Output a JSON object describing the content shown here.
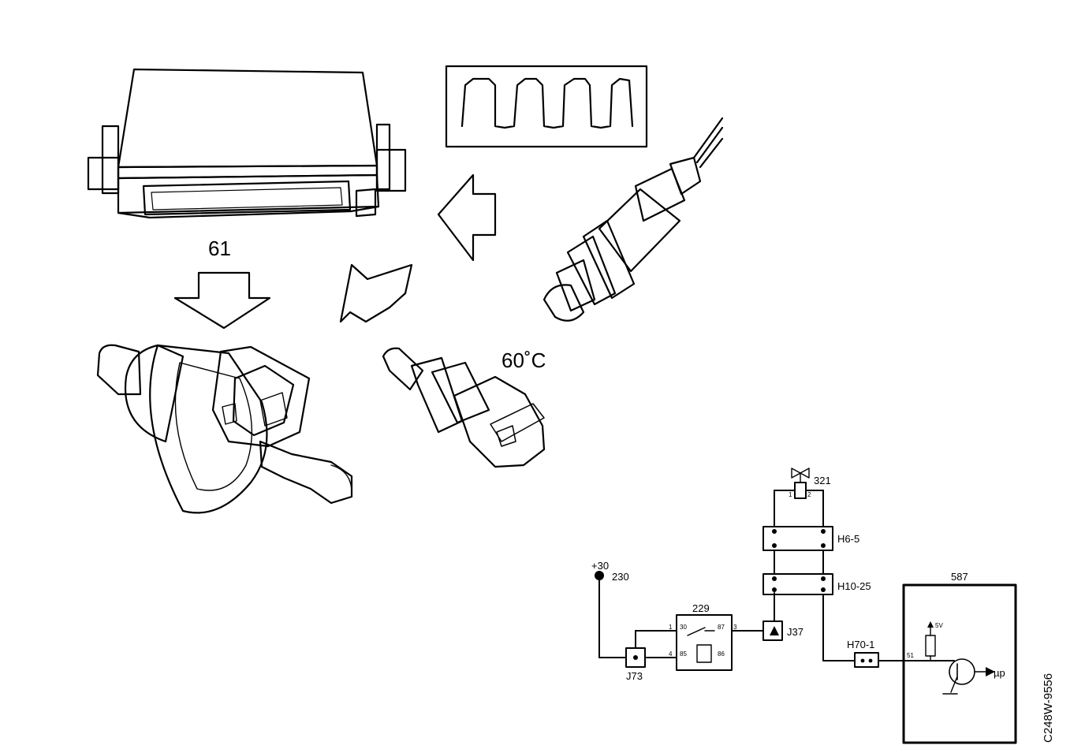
{
  "labels": {
    "ecu_output": "61",
    "temperature": "60˚C",
    "fuse_230": "230",
    "supply": "+30",
    "relay": "229",
    "component_321": "321",
    "connector_h6": "H6-5",
    "connector_h10": "H10-25",
    "connector_h70": "H70-1",
    "ecu_587": "587",
    "junction_j37": "J37",
    "junction_j73": "J73",
    "micro": "µp",
    "ref_voltage": "5V",
    "pin_ecu": "51",
    "relay_pin_30": "30",
    "relay_pin_87": "87",
    "relay_pin_85": "85",
    "relay_pin_86": "86",
    "relay_pin_1": "1",
    "relay_pin_3": "3",
    "relay_pin_4": "4",
    "comp_pin_1": "1",
    "comp_pin_2": "2",
    "figure_code": "C248W-9556"
  },
  "colors": {
    "ink": "#000000",
    "paper": "#ffffff"
  }
}
